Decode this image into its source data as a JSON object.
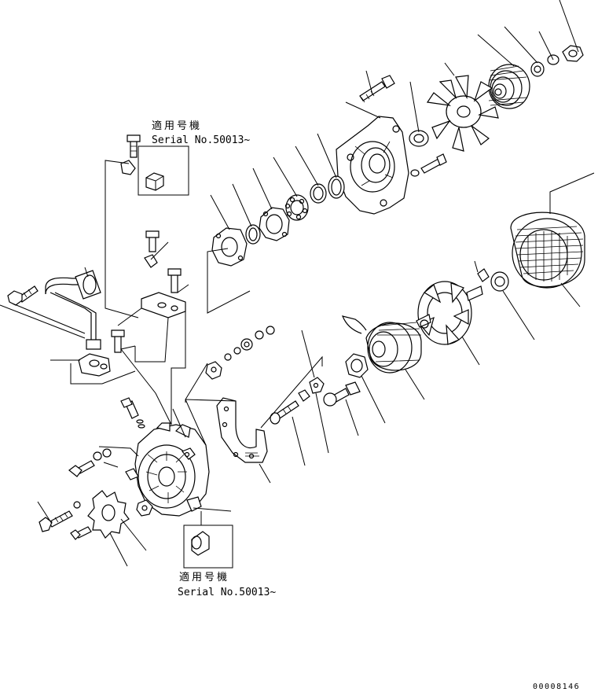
{
  "labels": {
    "top_serial_ja": "適用号機",
    "top_serial_no": "Serial No.50013~",
    "bottom_serial_ja": "適用号機",
    "bottom_serial_no": "Serial No.50013~",
    "drawing_number": "00008146"
  }
}
